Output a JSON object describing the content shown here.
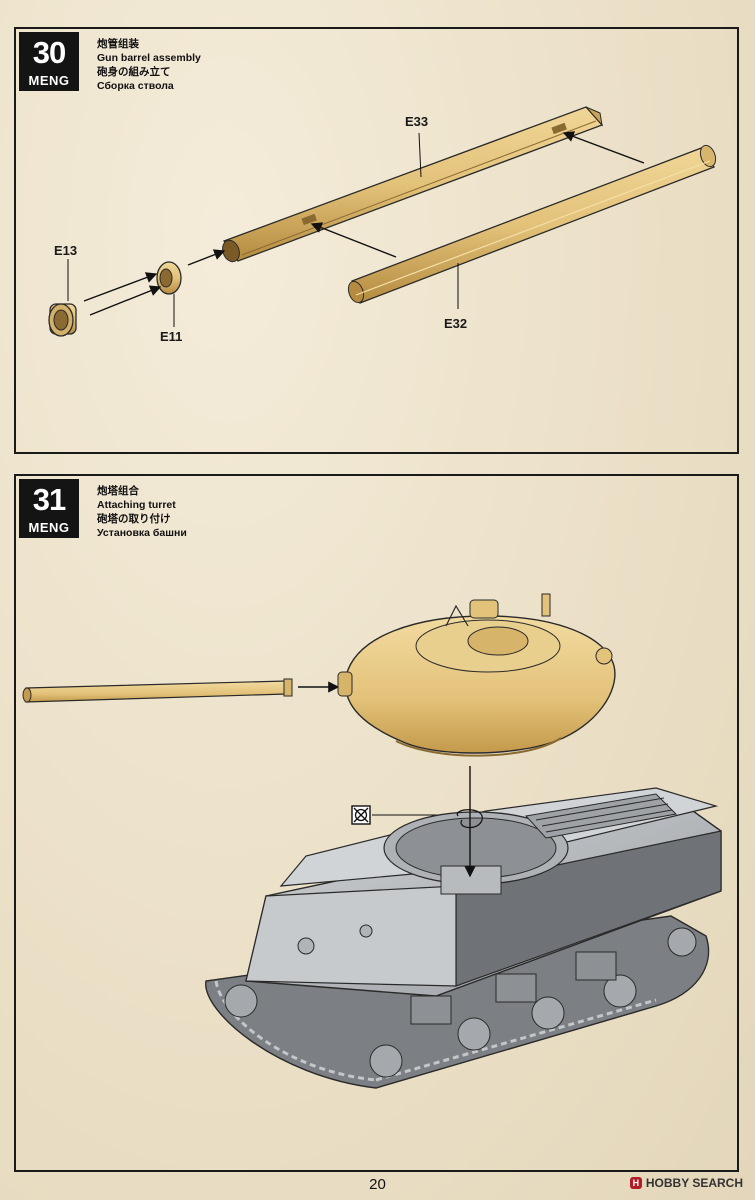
{
  "steps": [
    {
      "number": "30",
      "brand": "MENG",
      "title_zh": "炮管组装",
      "title_en": "Gun barrel assembly",
      "title_ja": "砲身の組み立て",
      "title_ru": "Сборка ствола",
      "parts": [
        "E33",
        "E13",
        "E11",
        "E32"
      ]
    },
    {
      "number": "31",
      "brand": "MENG",
      "title_zh": "炮塔组合",
      "title_en": "Attaching turret",
      "title_ja": "砲塔の取り付け",
      "title_ru": "Установка башни",
      "symbol": "do-not-glue-icon"
    }
  ],
  "page_number": "20",
  "watermark": "HOBBY SEARCH",
  "colors": {
    "part_yellow": "#e3c27a",
    "part_yellow_shade": "#b48b3f",
    "hull_grey": "#b9bcc0",
    "hull_dark": "#6f7276",
    "frame": "#1a1a1a"
  }
}
